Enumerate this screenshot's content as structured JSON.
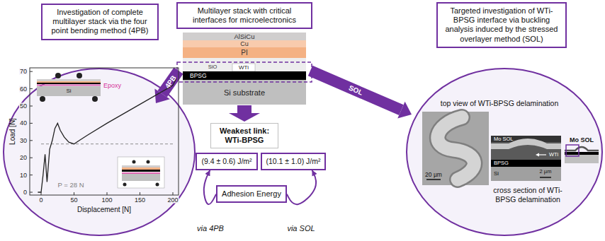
{
  "diagram": {
    "nodes": [
      {
        "text": [
          "Multilayer stack with critical interfaces for microelectronics"
        ]
      },
      {
        "text": [
          "Investigation of complete multilayer stack via the four point bending method (4PB)"
        ]
      },
      {
        "text": [
          "Targeted investigation of WTi-BPSG interface via buckling analysis induced by the stressed overlayer method (SOL)"
        ]
      },
      {
        "text": [
          "Weakest link: WTi-BPSG"
        ]
      },
      {
        "text": [
          "(9.4 ± 0.6) J/m²"
        ]
      },
      {
        "text": [
          "(10.1 ± 1.0) J/m²"
        ]
      },
      {
        "text": [
          "Adhesion Energy"
        ]
      }
    ],
    "edges": [
      {
        "from": 6,
        "to": 4,
        "label": "via 4PB",
        "arrow": "to"
      },
      {
        "from": 6,
        "to": 5,
        "label": "via SOL",
        "arrow": "to"
      }
    ],
    "labels": [
      "AlSiCu",
      "Cu",
      "PI",
      "SiO",
      "WTi",
      "BPSG",
      "Si substrate",
      "4PB",
      "SOL",
      "70",
      "60",
      "50",
      "40",
      "30",
      "20",
      "10",
      "0",
      "0",
      "50",
      "100",
      "150",
      "200",
      "Load [N]",
      "Displacement [N]",
      "P = 28 N",
      "Epoxy",
      "Si",
      "top view of WTi-BPSG delamination",
      "20 µm",
      "Mo SOL",
      "WTi",
      "BPSG",
      "Si",
      "2 µm",
      "Mo SOL",
      "cross section of WTi-BPSG delamination"
    ]
  }
}
